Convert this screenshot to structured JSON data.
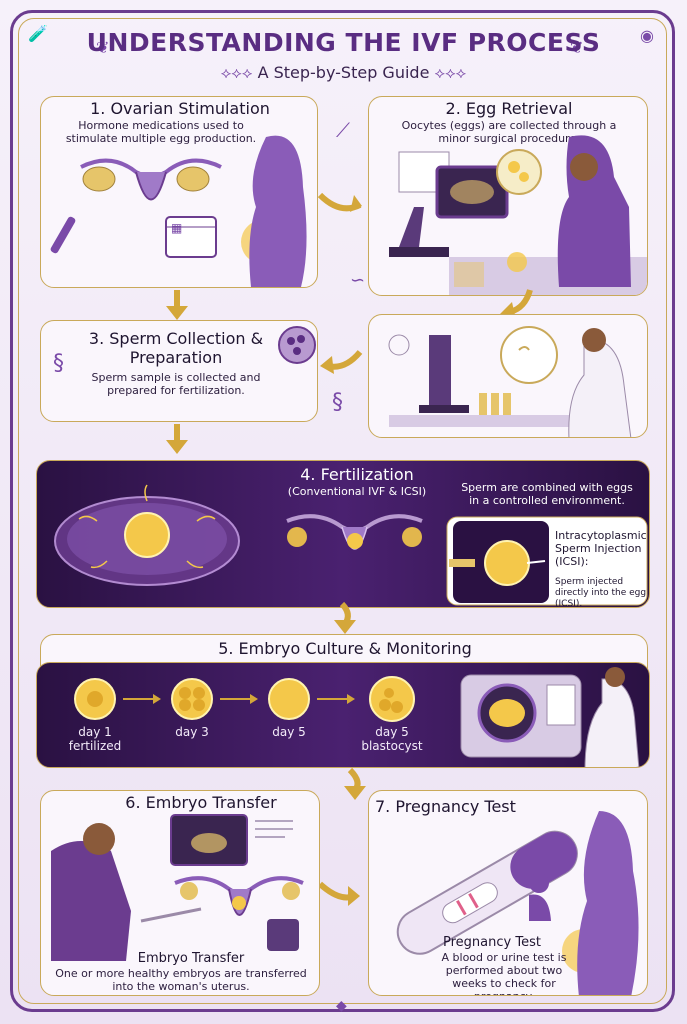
{
  "header": {
    "title": "UNDERSTANDING THE IVF PROCESS",
    "subtitle": "A Step-by-Step Guide"
  },
  "steps": [
    {
      "title": "1. Ovarian Stimulation",
      "text": "Hormone medications used to stimulate multiple egg production."
    },
    {
      "title": "2. Egg Retrieval",
      "text": "Oocytes (eggs) are collected through a minor surgical procedure."
    },
    {
      "title": "3. Sperm Collection & Preparation",
      "text": "Sperm sample is collected and prepared for fertilization."
    },
    {
      "title": "4. Fertilization",
      "subtitle": "(Conventional IVF & ICSI)",
      "text": "Sperm are combined with eggs in a controlled environment.",
      "icsi_title": "Intracytoplasmic Sperm Injection (ICSI):",
      "icsi_text": "Sperm injected directly into the egg (ICSI)."
    },
    {
      "title": "5. Embryo Culture & Monitoring",
      "stages": [
        "day 1 fertilized",
        "day 3",
        "day 5",
        "day 5 blastocyst"
      ]
    },
    {
      "title": "6. Embryo Transfer",
      "caption": "Embryo Transfer",
      "text": "One or more healthy embryos are transferred into the woman's uterus."
    },
    {
      "title": "7. Pregnancy Test",
      "caption": "Pregnancy Test",
      "text": "A blood or urine test is performed about two weeks to check for pregnancy."
    }
  ],
  "colors": {
    "accent": "#5a2d82",
    "gold": "#c9a95a",
    "dark_panel": "#2a1142"
  },
  "icons": [
    "dna-icon",
    "uterus-icon",
    "egg-icon",
    "microscope-icon",
    "sperm-icon",
    "arrow-icon",
    "calendar-icon",
    "syringe-icon",
    "pregnancy-test-icon"
  ]
}
